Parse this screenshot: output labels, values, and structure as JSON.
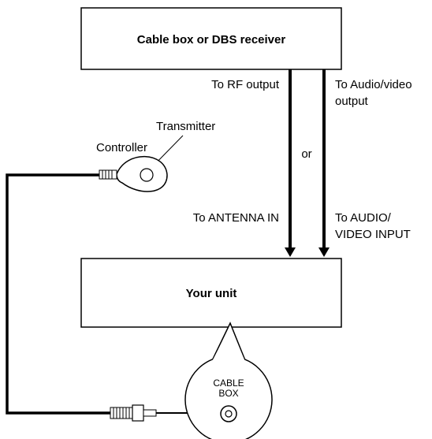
{
  "source_box": {
    "label": "Cable box or DBS receiver"
  },
  "unit_box": {
    "label": "Your unit"
  },
  "connections": {
    "rf_output_label": "To RF output",
    "av_output_label_line1": "To Audio/video",
    "av_output_label_line2": "output",
    "or_label": "or",
    "antenna_in_label": "To ANTENNA IN",
    "av_input_label_line1": "To AUDIO/",
    "av_input_label_line2": "VIDEO INPUT"
  },
  "controller": {
    "label": "Controller",
    "transmitter_label": "Transmitter"
  },
  "jack_callout": {
    "line1": "CABLE",
    "line2": "BOX"
  },
  "colors": {
    "line": "#000000",
    "background": "#ffffff"
  }
}
